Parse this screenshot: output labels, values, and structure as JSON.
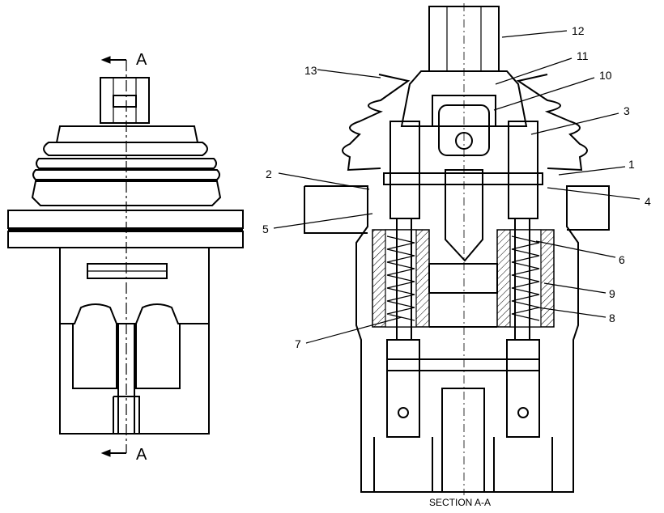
{
  "section_marker_top": "A",
  "section_marker_bottom": "A",
  "caption": "SECTION A-A",
  "callouts": [
    "1",
    "2",
    "3",
    "4",
    "5",
    "6",
    "7",
    "8",
    "9",
    "10",
    "11",
    "12",
    "13"
  ]
}
